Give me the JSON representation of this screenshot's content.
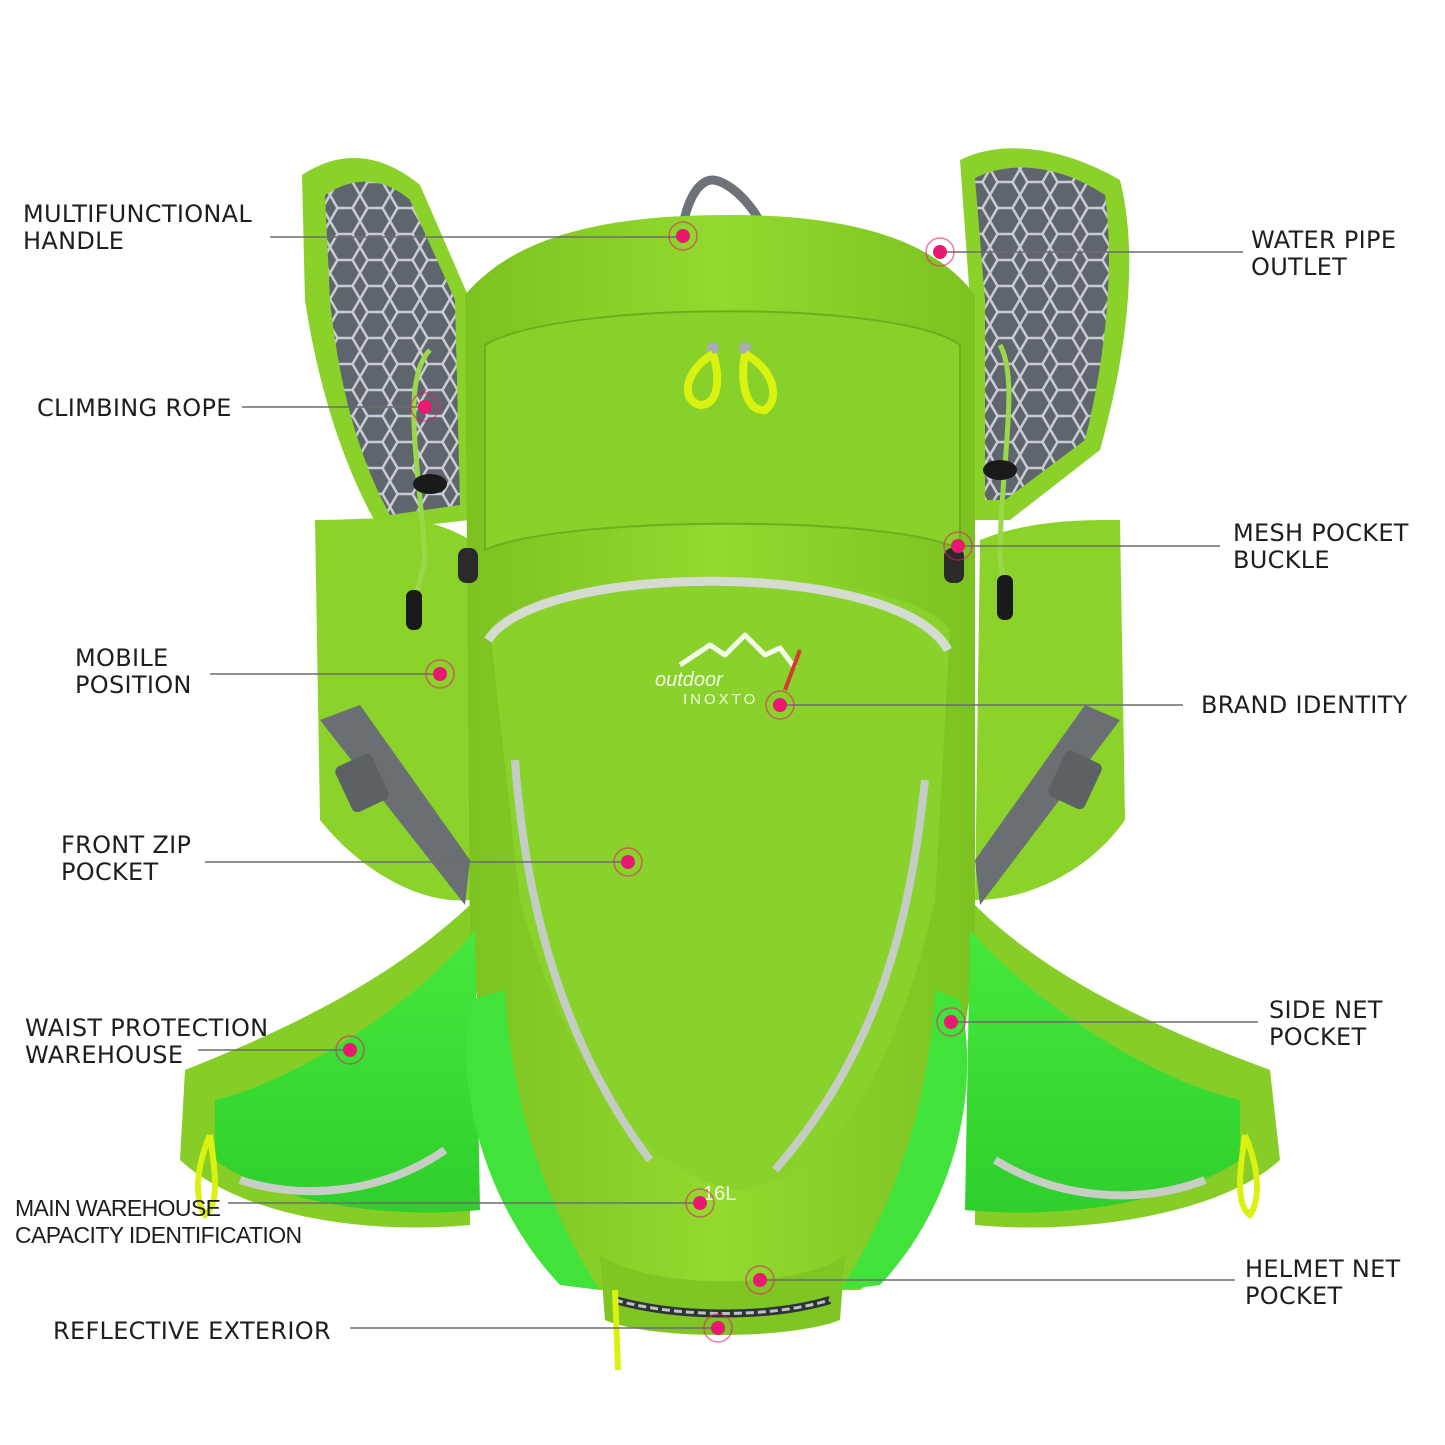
{
  "image": {
    "accent_color": "#e8196f",
    "bag_color": "#8cd62a",
    "pocket_color": "#3fe33a",
    "mesh_color": "#596068"
  },
  "brand": {
    "line1": "outdoor",
    "line2": "INOXTO"
  },
  "capacity_mark": "16L",
  "callouts": {
    "multifunctional_handle": {
      "line1": "MULTIFUNCTIONAL",
      "line2": "HANDLE"
    },
    "climbing_rope": {
      "line1": "CLIMBING ROPE"
    },
    "mobile_position": {
      "line1": "MOBILE",
      "line2": "POSITION"
    },
    "front_zip_pocket": {
      "line1": "FRONT ZIP",
      "line2": "POCKET"
    },
    "waist_protection_warehouse": {
      "line1": "WAIST PROTECTION",
      "line2": "WAREHOUSE"
    },
    "main_warehouse_capacity": {
      "line1": "MAIN WAREHOUSE",
      "line2": "CAPACITY IDENTIFICATION"
    },
    "reflective_exterior": {
      "line1": "REFLECTIVE EXTERIOR"
    },
    "water_pipe_outlet": {
      "line1": "WATER PIPE",
      "line2": "OUTLET"
    },
    "mesh_pocket_buckle": {
      "line1": "MESH POCKET",
      "line2": "BUCKLE"
    },
    "brand_identity": {
      "line1": "BRAND IDENTITY"
    },
    "side_net_pocket": {
      "line1": "SIDE NET",
      "line2": "POCKET"
    },
    "helmet_net_pocket": {
      "line1": "HELMET NET",
      "line2": "POCKET"
    }
  }
}
